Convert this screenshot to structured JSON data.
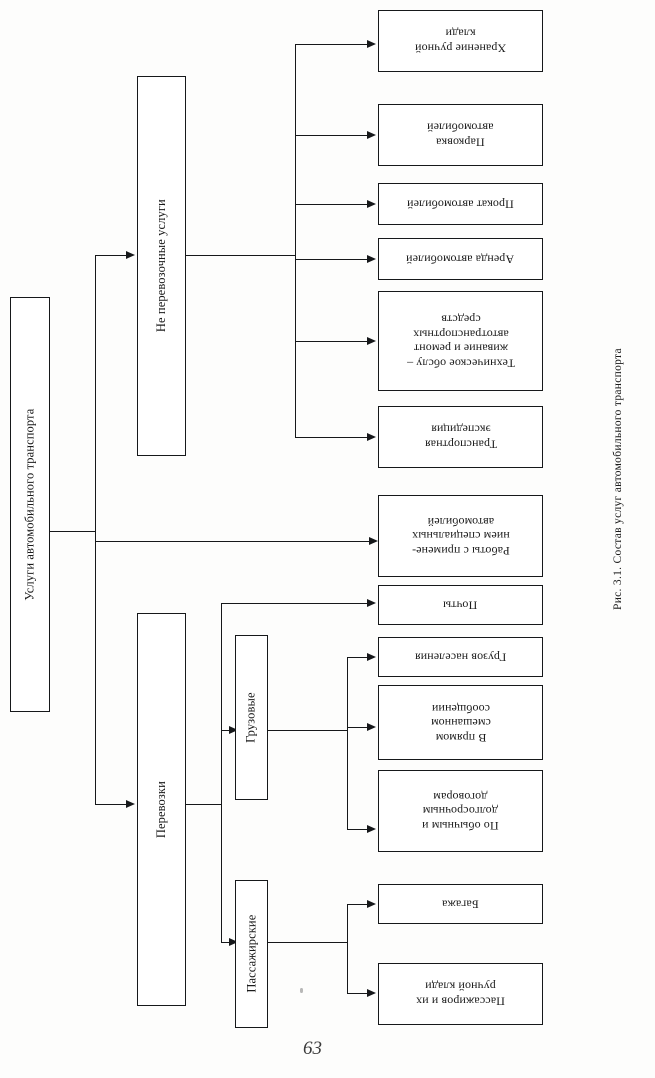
{
  "figure": {
    "caption": "Рис. 3.1. Состав услуг автомобильного транспорта",
    "page_number": "63"
  },
  "diagram": {
    "type": "hierarchy-tree",
    "orientation": "rotated-90",
    "root": {
      "label": "Услуги автомобильного транспорта"
    },
    "level1": [
      {
        "label": "Не перевозочные  услуги"
      },
      {
        "label": "Работы с примене-\nнием специальных\nавтомобилей"
      },
      {
        "label": "Перевозки"
      }
    ],
    "non_transport_services": [
      {
        "label": "Хранение ручной\nклади"
      },
      {
        "label": "Парковка\nавтомобилей"
      },
      {
        "label": "Прокат автомобилей"
      },
      {
        "label": "Аренда автомобилей"
      },
      {
        "label": "Техническое обслу –\nживание и  ремонт\nавтотранспортных\nсредств"
      },
      {
        "label": "Транспортная\nэкспедиция"
      }
    ],
    "special_vehicle_works": {
      "label": "Работы с примене-\nнием специальных\nавтомобилей"
    },
    "transportation": {
      "label": "Перевозки",
      "direct_children": [
        {
          "label": "Почты"
        }
      ],
      "freight": {
        "label": "Грузовые",
        "children": [
          {
            "label": "Грузов населения"
          },
          {
            "label": "В прямом\nсмешанном\nсообщении"
          },
          {
            "label": "По обычным и\nдолгосрочным\nдоговорам"
          }
        ]
      },
      "passenger": {
        "label": "Пассажирские",
        "children": [
          {
            "label": "Багажа"
          },
          {
            "label": "Пассажиров и их\nручной клади"
          }
        ]
      }
    }
  }
}
